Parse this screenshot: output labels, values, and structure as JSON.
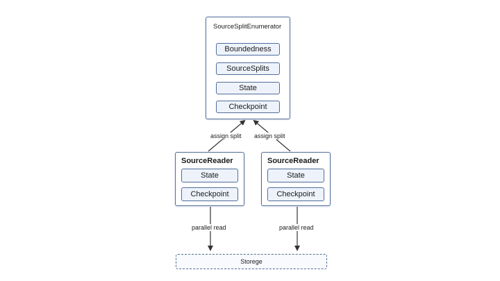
{
  "enumerator": {
    "title": "SourceSplitEnumerator",
    "items": [
      "Boundedness",
      "SourceSplits",
      "State",
      "Checkpoint"
    ]
  },
  "readers": [
    {
      "title": "SourceReader",
      "items": [
        "State",
        "Checkpoint"
      ],
      "up_label": "assign split",
      "down_label": "parallel read"
    },
    {
      "title": "SourceReader",
      "items": [
        "State",
        "Checkpoint"
      ],
      "up_label": "assign split",
      "down_label": "parallel read"
    }
  ],
  "storage": {
    "label": "Storege"
  },
  "colors": {
    "border": "#4f6d9a",
    "inner_fill": "#eef3fb",
    "arrow": "#333333"
  }
}
